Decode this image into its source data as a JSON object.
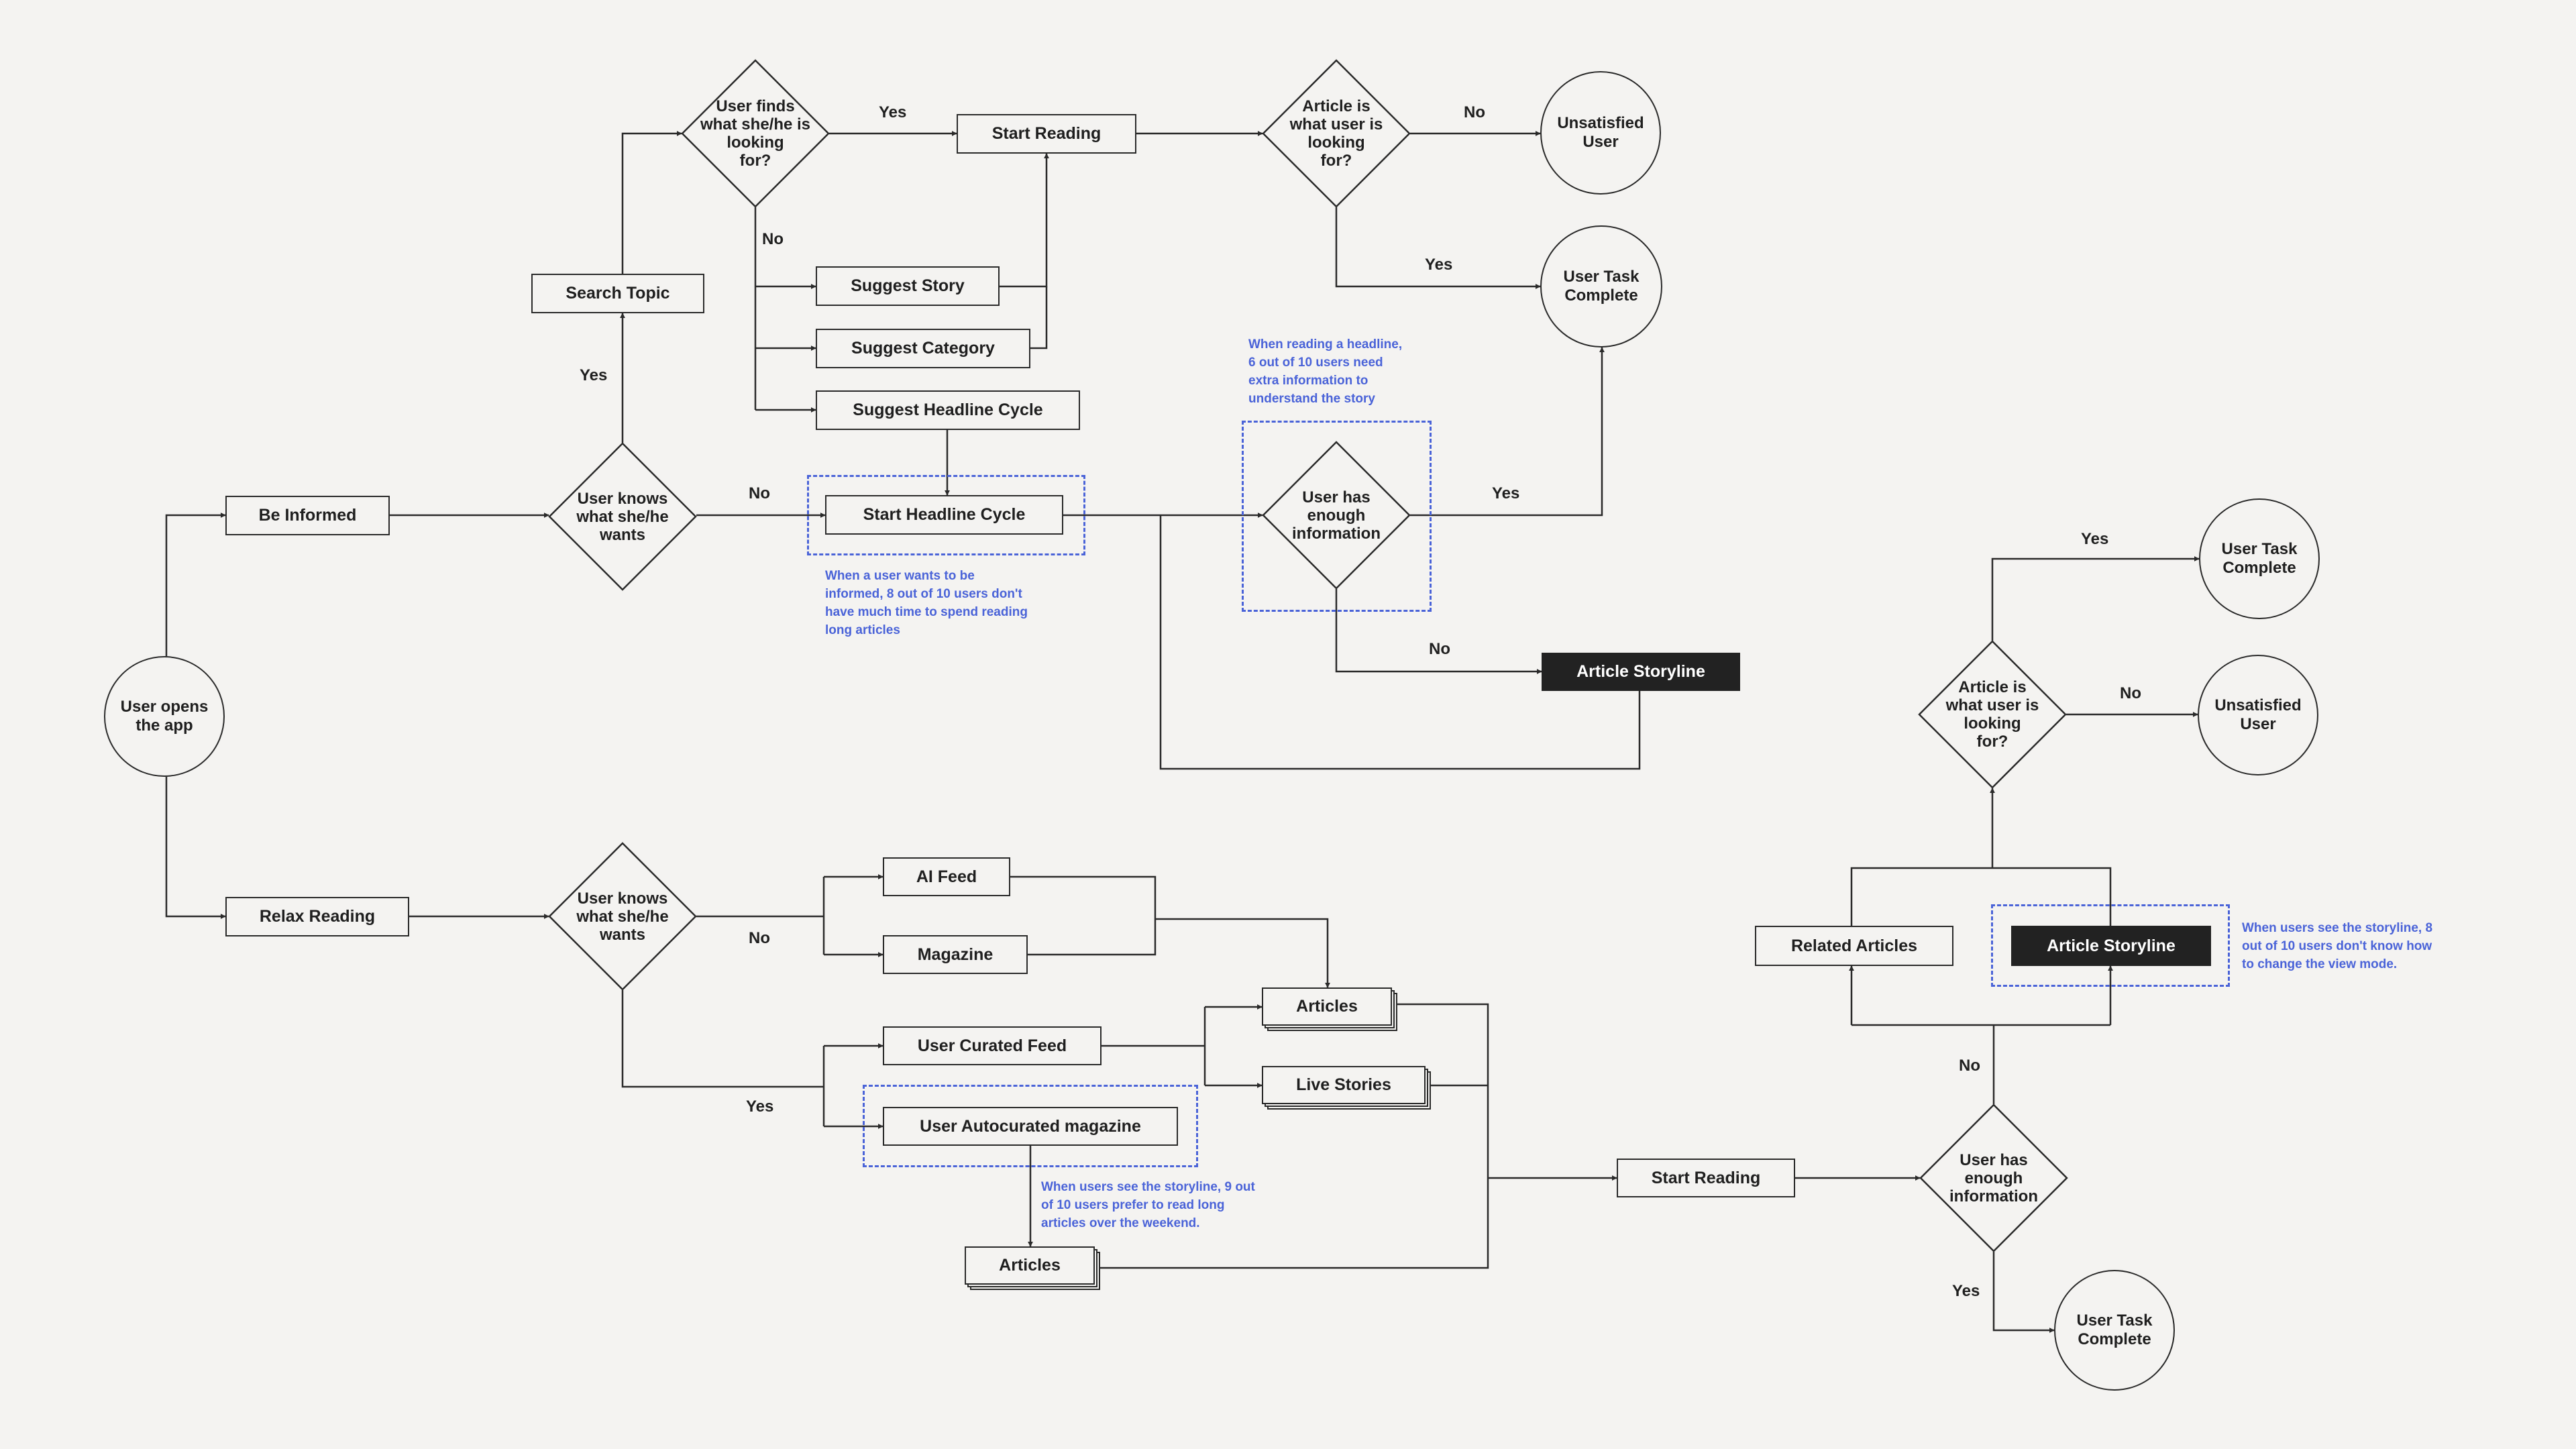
{
  "colors": {
    "background": "#f4f3f1",
    "stroke": "#2a2a2a",
    "dark_node": "#222222",
    "annotation": "#4a63d8"
  },
  "nodes": {
    "user_opens": "User opens\nthe app",
    "be_informed": "Be Informed",
    "relax_reading": "Relax Reading",
    "knows_top": "User knows\nwhat she/he\nwants",
    "knows_bottom": "User knows\nwhat she/he\nwants",
    "search_topic": "Search Topic",
    "user_finds": "User finds\nwhat she/he is\nlooking\nfor?",
    "start_reading_top": "Start Reading",
    "article_is_top": "Article is\nwhat user is\nlooking\nfor?",
    "unsatisfied_top": "Unsatisfied\nUser",
    "task_complete_top": "User Task\nComplete",
    "suggest_story": "Suggest Story",
    "suggest_category": "Suggest Category",
    "suggest_headline": "Suggest Headline Cycle",
    "start_headline": "Start Headline Cycle",
    "enough_top": "User has\nenough\ninformation",
    "storyline_top": "Article Storyline",
    "ai_feed": "AI Feed",
    "magazine": "Magazine",
    "curated_feed": "User Curated Feed",
    "autocurated": "User Autocurated magazine",
    "articles_mid": "Articles",
    "live_stories": "Live Stories",
    "articles_bottom": "Articles",
    "start_reading_bottom": "Start Reading",
    "enough_bottom": "User has\nenough\ninformation",
    "task_complete_bottom": "User Task\nComplete",
    "related_articles": "Related Articles",
    "storyline_right": "Article Storyline",
    "article_is_right": "Article is\nwhat user is\nlooking\nfor?",
    "task_complete_right": "User Task\nComplete",
    "unsatisfied_right": "Unsatisfied\nUser"
  },
  "edge_labels": {
    "yes_search": "Yes",
    "no_headline": "No",
    "yes_finds": "Yes",
    "no_finds": "No",
    "no_article_top": "No",
    "yes_article_top": "Yes",
    "yes_enough_top": "Yes",
    "no_enough_top": "No",
    "no_relax": "No",
    "yes_relax": "Yes",
    "no_enough_bottom": "No",
    "yes_enough_bottom": "Yes",
    "yes_article_right": "Yes",
    "no_article_right": "No"
  },
  "annotations": {
    "headline": "When a user wants to be\ninformed, 8 out of 10 users don't\nhave much time to spend reading\nlong articles",
    "enough": "When reading a headline,\n6 out of 10 users need\nextra information to\nunderstand the story",
    "autocurated": "When users see the storyline, 9 out\nof 10 users prefer to read long\narticles over the weekend.",
    "storyline": "When users see the storyline, 8\nout of 10 users don't know how\nto change the view mode."
  }
}
